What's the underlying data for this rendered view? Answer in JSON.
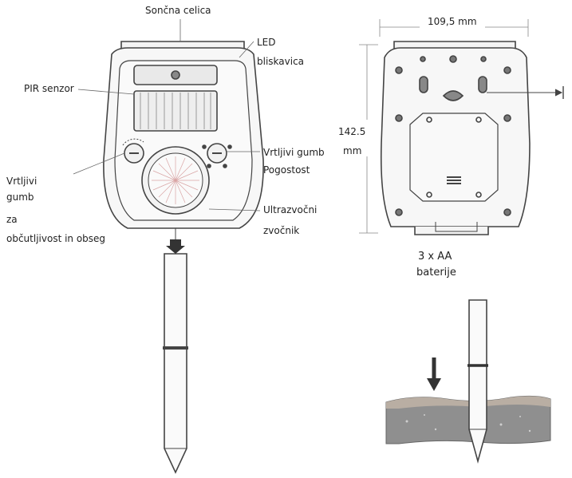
{
  "labels": {
    "solar_panel": "Sončna celica",
    "led_line1": "LED",
    "led_line2": "bliskavica",
    "pir_sensor": "PIR senzor",
    "knob_left_line1": "Vrtljivi",
    "knob_left_line2": "gumb",
    "knob_left_line3": "za",
    "knob_left_line4": "občutljivost in obseg",
    "knob_right_line1": "Vrtljivi gumb",
    "knob_right_line2": "Pogostost",
    "speaker_line1": "Ultrazvočni",
    "speaker_line2": "zvočnik",
    "width_dim": "109,5 mm",
    "height_dim_line1": "142.5",
    "height_dim_line2": "mm",
    "battery_line1": "3 x AA",
    "battery_line2": "baterije"
  },
  "colors": {
    "line": "#444444",
    "body_fill": "#f6f6f6",
    "soil_fill": "#8f8f8f",
    "soil_top": "#b9aea3"
  }
}
